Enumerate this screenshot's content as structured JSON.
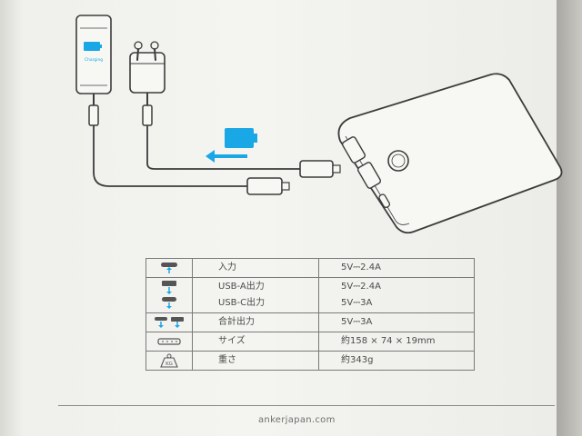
{
  "phone": {
    "screen_text": "Charging"
  },
  "colors": {
    "accent": "#1aa7e6",
    "line": "#3c3c3c"
  },
  "specs": {
    "rows": [
      {
        "icon": "usb-c-input-icon",
        "labels": [
          "入力"
        ],
        "values": [
          "5V⎓2.4A"
        ]
      },
      {
        "icon": "usb-a-usb-c-output-icon",
        "labels": [
          "USB-A出力",
          "USB-C出力"
        ],
        "values": [
          "5V⎓2.4A",
          "5V⎓3A"
        ]
      },
      {
        "icon": "total-output-icon",
        "labels": [
          "合計出力"
        ],
        "values": [
          "5V⎓3A"
        ]
      },
      {
        "icon": "size-icon",
        "labels": [
          "サイズ"
        ],
        "values": [
          "約158 × 74 × 19mm"
        ]
      },
      {
        "icon": "weight-icon",
        "icon_text": "KG",
        "labels": [
          "重さ"
        ],
        "values": [
          "約343g"
        ]
      }
    ]
  },
  "footer": {
    "website": "ankerjapan.com"
  }
}
